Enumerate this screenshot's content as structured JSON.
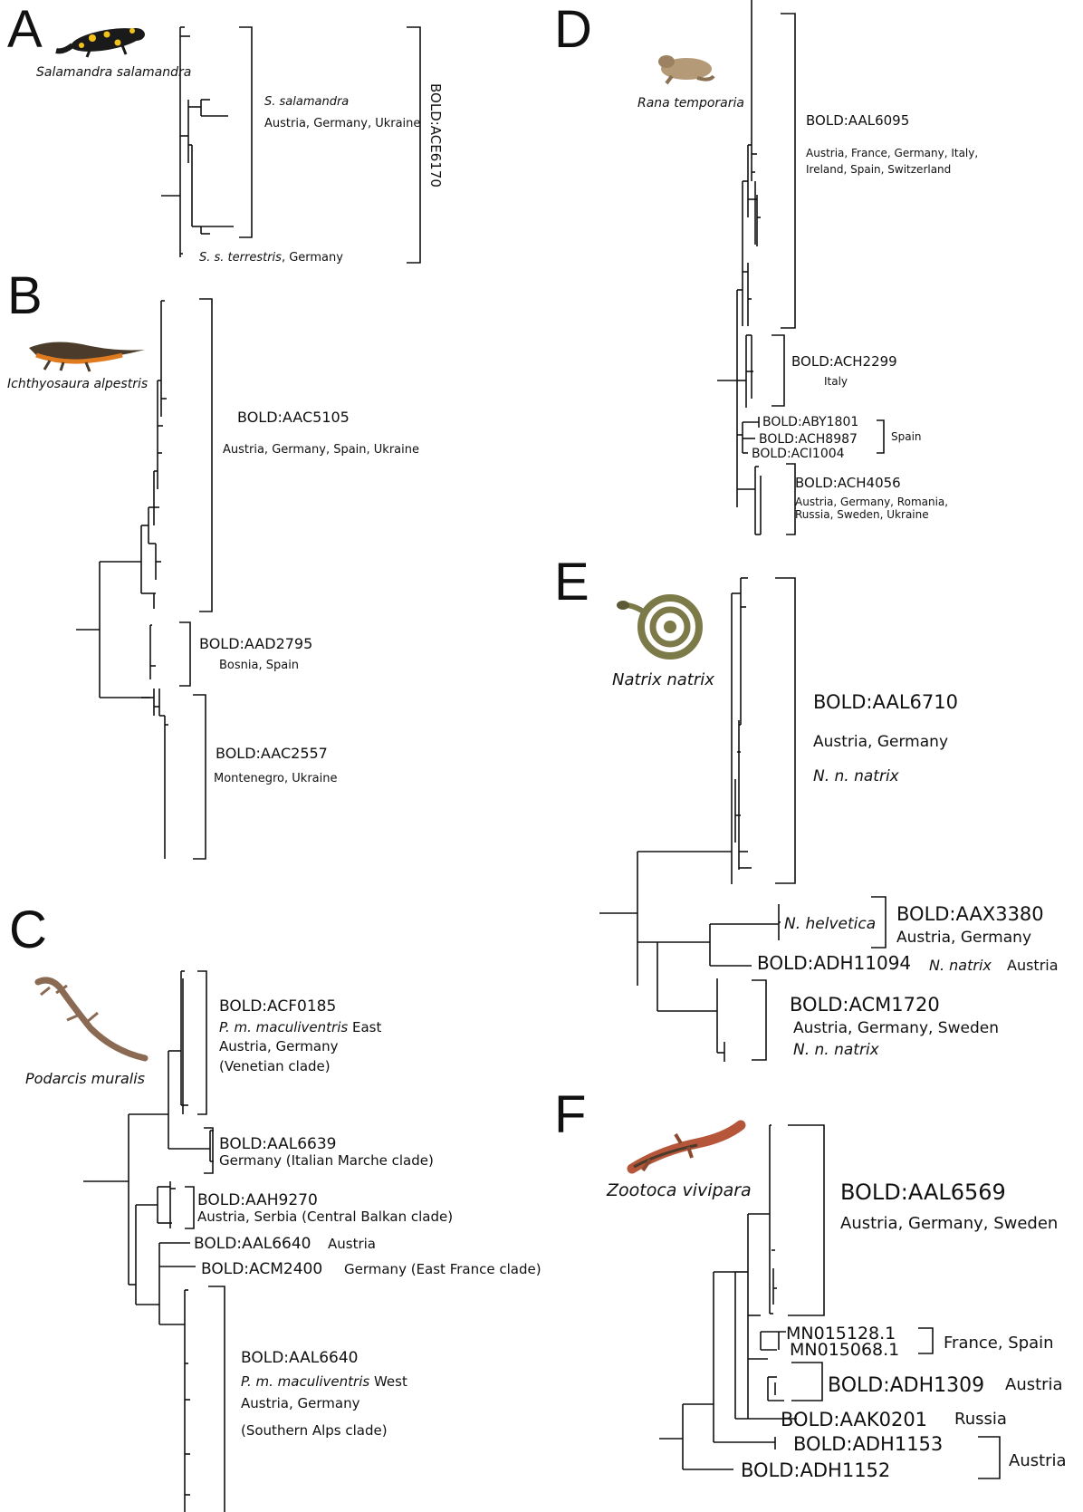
{
  "panels": {
    "A": {
      "letter": "A",
      "species": "Salamandra salamandra",
      "labels": [
        "S. salamandra",
        "Austria, Germany, Ukraine",
        "S. s. terrestris, Germany"
      ],
      "vertical_label": "BOLD:ACE6170"
    },
    "B": {
      "letter": "B",
      "species": "Ichthyosaura alpestris",
      "clades": [
        {
          "id": "BOLD:AAC5105",
          "countries": "Austria, Germany, Spain, Ukraine"
        },
        {
          "id": "BOLD:AAD2795",
          "countries": "Bosnia, Spain"
        },
        {
          "id": "BOLD:AAC2557",
          "countries": "Montenegro, Ukraine"
        }
      ]
    },
    "C": {
      "letter": "C",
      "species": "Podarcis muralis",
      "clades": [
        {
          "id": "BOLD:ACF0185",
          "lines": [
            "P. m. maculiventris East",
            "Austria, Germany",
            "(Venetian clade)"
          ]
        },
        {
          "id": "BOLD:AAL6639",
          "lines": [
            "Germany (Italian Marche clade)"
          ]
        },
        {
          "id": "BOLD:AAH9270",
          "lines": [
            "Austria, Serbia  (Central Balkan clade)"
          ]
        },
        {
          "id": "BOLD:AAL6640",
          "lines": [
            "Austria"
          ]
        },
        {
          "id": "BOLD:ACM2400",
          "lines": [
            "Germany (East France clade)"
          ]
        },
        {
          "id": "BOLD:AAL6640",
          "lines": [
            "P. m. maculiventris West",
            "Austria, Germany",
            "(Southern Alps clade)"
          ]
        }
      ]
    },
    "D": {
      "letter": "D",
      "species": "Rana temporaria",
      "clades": [
        {
          "id": "BOLD:AAL6095",
          "lines": [
            "Austria, France, Germany, Italy,",
            "Ireland, Spain, Switzerland"
          ]
        },
        {
          "id": "BOLD:ACH2299",
          "lines": [
            "Italy"
          ]
        },
        {
          "id": "BOLD:ABY1801",
          "lines": []
        },
        {
          "id": "BOLD:ACH8987",
          "lines": []
        },
        {
          "id": "BOLD:ACI1004",
          "lines": []
        },
        {
          "id": "BOLD:ACH4056",
          "lines": [
            "Austria, Germany, Romania,",
            "Russia, Sweden, Ukraine"
          ]
        }
      ],
      "group_label": "Spain"
    },
    "E": {
      "letter": "E",
      "species": "Natrix natrix",
      "clades": [
        {
          "id": "BOLD:AAL6710",
          "lines": [
            "Austria, Germany",
            "N. n. natrix"
          ]
        },
        {
          "id": "BOLD:AAX3380",
          "lines": [
            "N. helvetica",
            "Austria, Germany"
          ]
        },
        {
          "id": "BOLD:ADH11094",
          "lines": [
            "N. natrix",
            "Austria"
          ]
        },
        {
          "id": "BOLD:ACM1720",
          "lines": [
            "Austria, Germany, Sweden",
            "N. n. natrix"
          ]
        }
      ]
    },
    "F": {
      "letter": "F",
      "species": "Zootoca vivipara",
      "clades": [
        {
          "id": "BOLD:AAL6569",
          "lines": [
            "Austria, Germany, Sweden"
          ]
        },
        {
          "id": "MN015128.1",
          "lines": []
        },
        {
          "id": "MN015068.1",
          "lines": [
            "France, Spain"
          ]
        },
        {
          "id": "BOLD:ADH1309",
          "lines": [
            "Austria"
          ]
        },
        {
          "id": "BOLD:AAK0201",
          "lines": [
            "Russia"
          ]
        },
        {
          "id": "BOLD:ADH1153",
          "lines": []
        },
        {
          "id": "BOLD:ADH1152",
          "lines": [
            "Austria"
          ]
        }
      ]
    }
  },
  "colors": {
    "line": "#111111",
    "salamander_black": "#1a1a1a",
    "salamander_yellow": "#f2c21a",
    "newt_orange": "#e07a1e",
    "frog_tan": "#b59a78",
    "snake_olive": "#7d7a4a",
    "lizard_brown": "#8a6a52",
    "zootoca_red": "#b5563a"
  },
  "icons": [
    "salamander-icon",
    "newt-icon",
    "wall-lizard-icon",
    "frog-icon",
    "snake-icon",
    "viviparous-lizard-icon"
  ]
}
